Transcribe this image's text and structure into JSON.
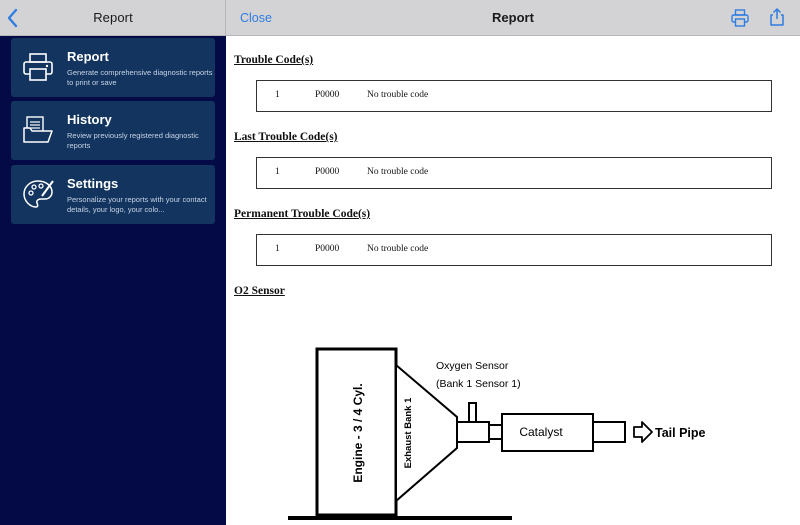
{
  "sidebar": {
    "title": "Report",
    "items": [
      {
        "title": "Report",
        "description": "Generate comprehensive diagnostic reports to print or save",
        "icon": "printer-icon"
      },
      {
        "title": "History",
        "description": "Review previously registered diagnostic reports",
        "icon": "folder-documents-icon"
      },
      {
        "title": "Settings",
        "description": "Personalize your reports with your contact details, your logo, your colo...",
        "icon": "palette-icon"
      }
    ]
  },
  "header": {
    "close_label": "Close",
    "title": "Report",
    "icons": [
      "printer-icon",
      "share-icon"
    ]
  },
  "colors": {
    "accent": "#2f7de1",
    "sidebar_bg": "#030a45",
    "card_bg": "#12345f",
    "header_bg": "#d3d3d6"
  },
  "report": {
    "trouble_codes": {
      "title": "Trouble Code(s)",
      "rows": [
        {
          "num": "1",
          "code": "P0000",
          "desc": "No trouble code"
        }
      ]
    },
    "last_trouble_codes": {
      "title": "Last Trouble Code(s)",
      "rows": [
        {
          "num": "1",
          "code": "P0000",
          "desc": "No trouble code"
        }
      ]
    },
    "permanent_trouble_codes": {
      "title": "Permanent Trouble Code(s)",
      "rows": [
        {
          "num": "1",
          "code": "P0000",
          "desc": "No trouble code"
        }
      ]
    },
    "o2_sensor": {
      "title": "O2 Sensor",
      "diagram": {
        "engine_label": "Engine - 3 / 4 Cyl.",
        "exhaust_label": "Exhaust Bank 1",
        "sensor_label_line1": "Oxygen Sensor",
        "sensor_label_line2": "(Bank 1 Sensor 1)",
        "catalyst_label": "Catalyst",
        "tailpipe_label": "Tail Pipe"
      }
    }
  }
}
